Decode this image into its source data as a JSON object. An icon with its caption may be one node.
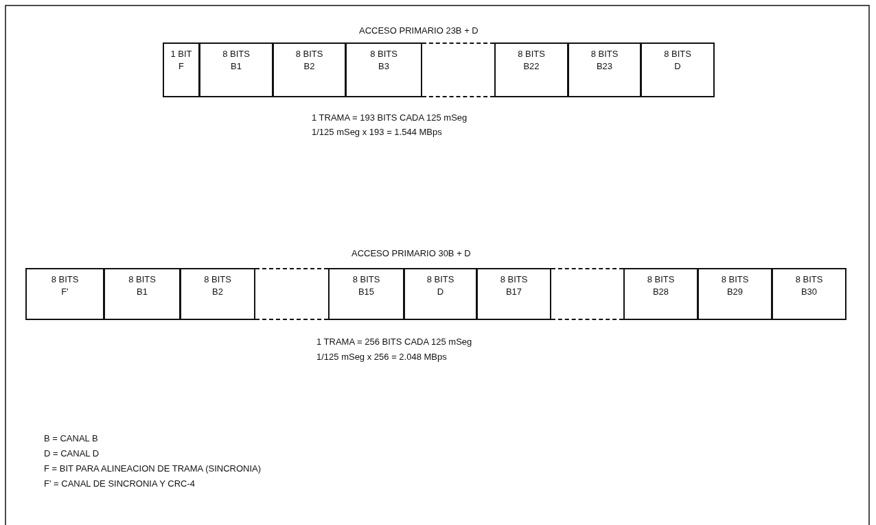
{
  "diagram": {
    "nodes": [
      {
        "text": [
          "1 BIT",
          "F"
        ]
      },
      {
        "text": [
          "8 BITS",
          "B1"
        ]
      },
      {
        "text": [
          "8 BITS",
          "B2"
        ]
      },
      {
        "text": [
          "8 BITS",
          "B3"
        ]
      },
      {
        "text": [],
        "shape": "box"
      },
      {
        "text": [
          "8 BITS",
          "B22"
        ]
      },
      {
        "text": [
          "8 BITS",
          "B23"
        ]
      },
      {
        "text": [
          "8 BITS",
          "D"
        ]
      },
      {
        "text": [
          "8 BITS",
          "F'"
        ]
      },
      {
        "text": [
          "8 BITS",
          "B1"
        ]
      },
      {
        "text": [
          "8 BITS",
          "B2"
        ]
      },
      {
        "text": [],
        "shape": "box"
      },
      {
        "text": [
          "8 BITS",
          "B15"
        ]
      },
      {
        "text": [
          "8 BITS",
          "D"
        ]
      },
      {
        "text": [
          "8 BITS",
          "B17"
        ]
      },
      {
        "text": [],
        "shape": "box"
      },
      {
        "text": [
          "8 BITS",
          "B28"
        ]
      },
      {
        "text": [
          "8 BITS",
          "B29"
        ]
      },
      {
        "text": [
          "8 BITS",
          "B30"
        ]
      }
    ],
    "edges": [],
    "labels": [
      "ACCESO PRIMARIO 23B + D",
      "1 TRAMA = 193 BITS CADA 125 mSeg",
      "1/125 mSeg x 193 = 1.544 MBps",
      "ACCESO PRIMARIO 30B + D",
      "1 TRAMA = 256 BITS CADA 125 mSeg",
      "1/125 mSeg x 256 = 2.048 MBps",
      "B = CANAL B",
      "D = CANAL D",
      "F = BIT PARA ALINEACION DE TRAMA (SINCRONIA)",
      "F' = CANAL DE SINCRONIA Y CRC-4"
    ]
  }
}
